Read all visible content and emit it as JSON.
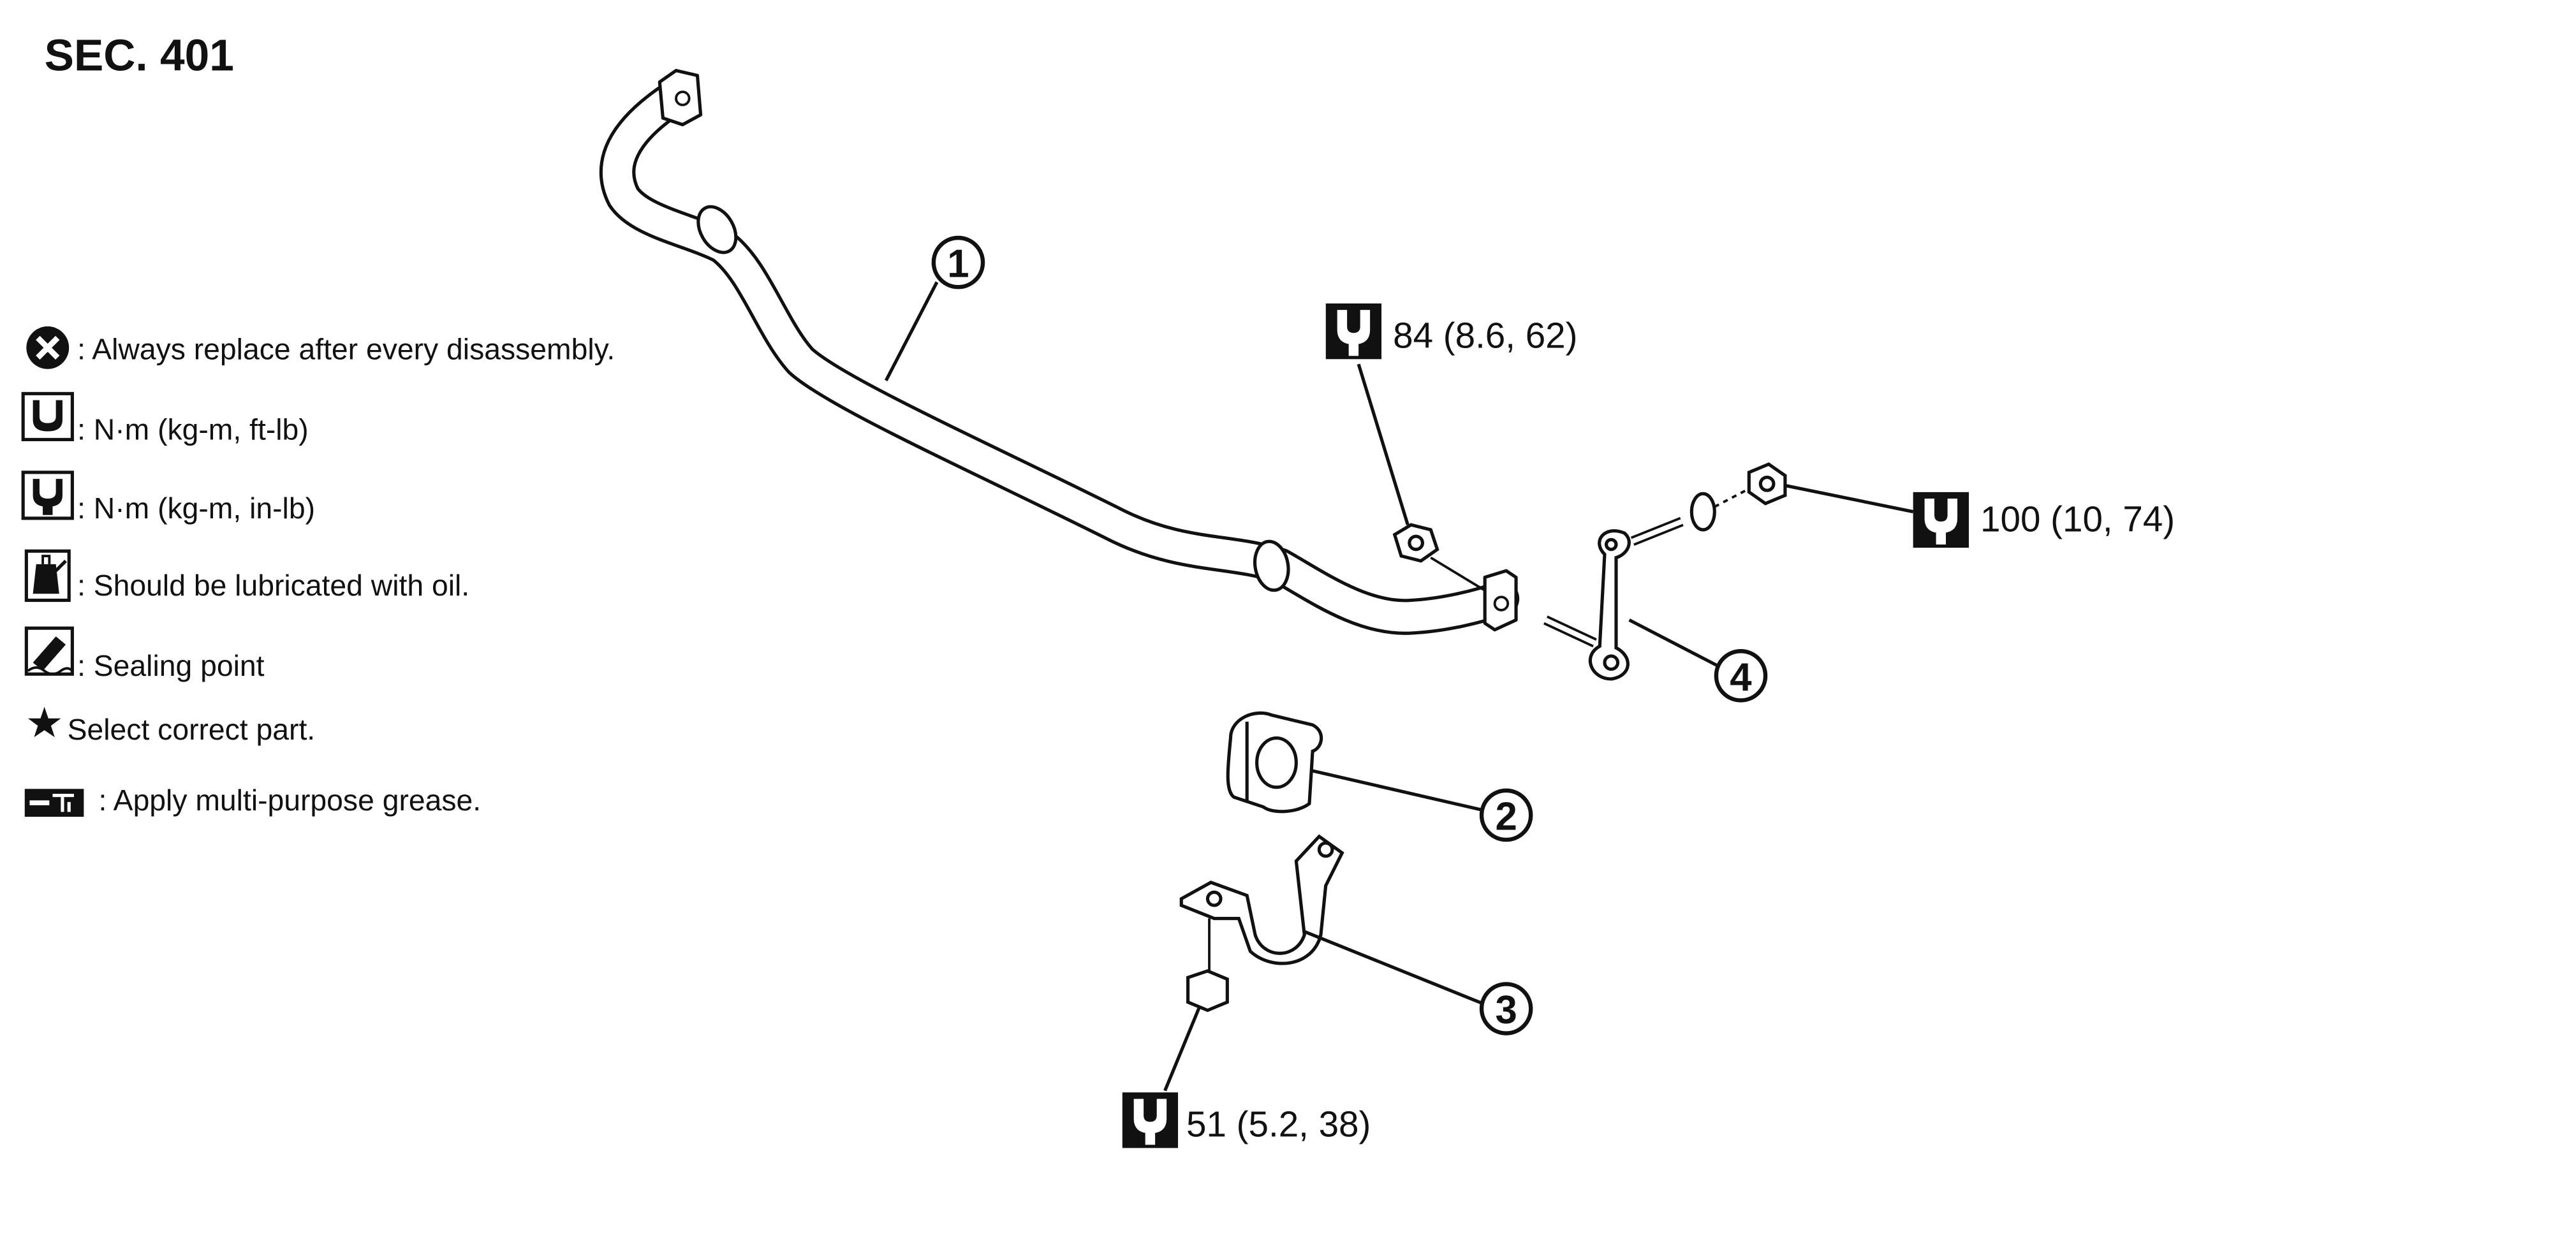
{
  "section": {
    "title": "SEC. 401"
  },
  "legend": {
    "items": [
      {
        "icon": "cross-circle-icon",
        "text": ": Always replace after every disassembly."
      },
      {
        "icon": "torque-wrench-ftlb-icon",
        "text": ": N·m (kg-m, ft-lb)"
      },
      {
        "icon": "torque-wrench-inlb-icon",
        "text": ": N·m (kg-m, in-lb)"
      },
      {
        "icon": "oil-can-icon",
        "text": ": Should be lubricated with oil."
      },
      {
        "icon": "sealing-point-icon",
        "text": ": Sealing point"
      },
      {
        "icon": "star-icon",
        "text": "Select correct part."
      },
      {
        "icon": "grease-icon",
        "text": ": Apply multi-purpose grease."
      }
    ]
  },
  "torques": {
    "link_nut_top": "84 (8.6, 62)",
    "link_nut_right": "100 (10, 74)",
    "clamp_bolt": "51 (5.2, 38)"
  },
  "callouts": [
    "1",
    "2",
    "3",
    "4"
  ],
  "colors": {
    "ink": "#111111",
    "background": "#ffffff"
  }
}
